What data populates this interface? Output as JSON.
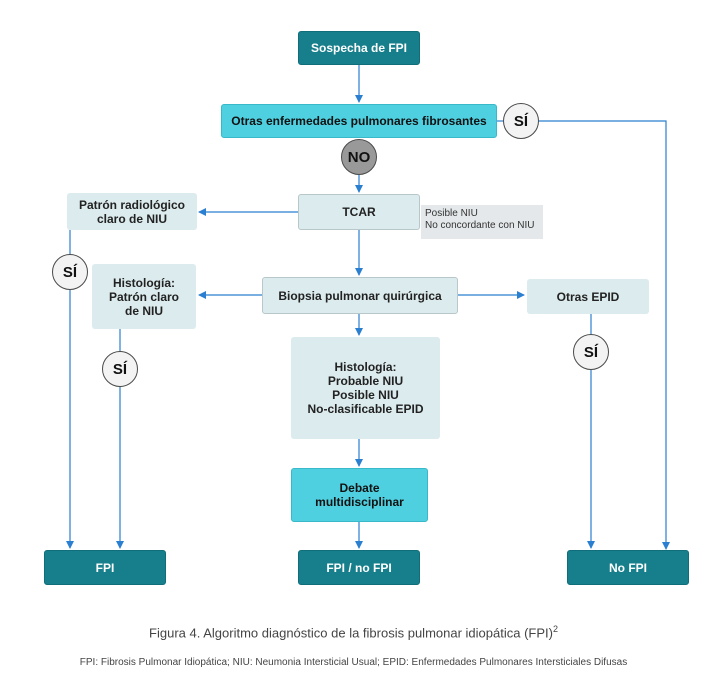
{
  "nodes": {
    "sospecha": "Sospecha de FPI",
    "otras_enfermedades": "Otras enfermedades pulmonares fibrosantes",
    "tcar": "TCAR",
    "patron_radiologico": "Patrón radiológico\nclaro de NIU",
    "biopsia": "Biopsia pulmonar quirúrgica",
    "histologia_claro": "Histología:\nPatrón claro\nde NIU",
    "otras_epid": "Otras EPID",
    "histologia_probable": "Histología:\nProbable NIU\nPosible NIU\nNo-clasificable EPID",
    "debate": "Debate\nmultidisciplinar",
    "fpi": "FPI",
    "fpi_no_fpi": "FPI / no FPI",
    "no_fpi": "No FPI"
  },
  "tcar_note": "Posible NIU\nNo concordante con NIU",
  "decisions": {
    "si": "SÍ",
    "no": "NO"
  },
  "caption": {
    "text": "Figura 4. Algoritmo diagnóstico de la fibrosis pulmonar idiopática (FPI)",
    "ref": "2"
  },
  "footnote": "FPI: Fibrosis Pulmonar Idiopática; NIU: Neumonia Intersticial Usual; EPID: Enfermedades Pulmonares Intersticiales Difusas",
  "colors": {
    "dark_box": "#177f8c",
    "cyan_box": "#4fd0e0",
    "light_box": "#dcebed",
    "arrow": "#2a7fd0"
  }
}
